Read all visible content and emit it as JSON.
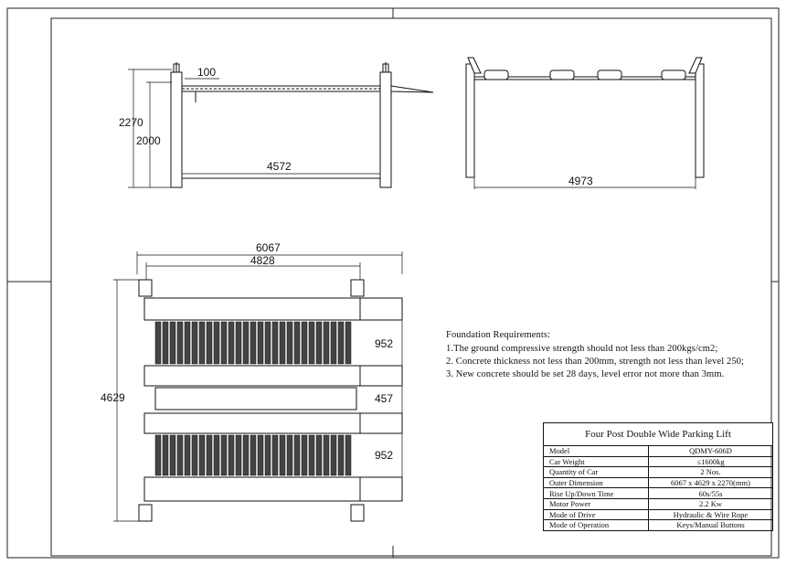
{
  "dimensions": {
    "elevation_front": {
      "ramp": "100",
      "outer_height": "2270",
      "inner_height": "2000",
      "inner_width": "4572"
    },
    "elevation_side": {
      "width": "4973"
    },
    "plan": {
      "overall_length": "6067",
      "inner_length": "4828",
      "overall_width": "4629",
      "platform_a": "952",
      "gap": "457",
      "platform_b": "952"
    }
  },
  "foundation": {
    "heading": "Foundation  Requirements:",
    "items": [
      "1.The ground compressive strength should not less than 200kgs/cm2;",
      "2.  Concrete thickness not less than 200mm, strength not less than level 250;",
      "3.  New concrete should be set 28 days,  level error not more than 3mm."
    ]
  },
  "spec_table": {
    "title": "Four Post Double Wide Parking Lift",
    "rows": [
      {
        "label": "Model",
        "value": "QDMY-606D"
      },
      {
        "label": "Car Weight",
        "value": "≤1600kg"
      },
      {
        "label": "Quantity of Car",
        "value": "2 Nos."
      },
      {
        "label": "Outer Dimension",
        "value": "6067 x 4629 x 2270(mm)"
      },
      {
        "label": "Rise Up/Down Time",
        "value": "60s/55s"
      },
      {
        "label": "Motor Power",
        "value": "2.2 Kw"
      },
      {
        "label": "Mode of Drive",
        "value": "Hydraulic & Wire Rope"
      },
      {
        "label": "Mode of Operation",
        "value": "Keys/Manual Buttons"
      }
    ]
  }
}
